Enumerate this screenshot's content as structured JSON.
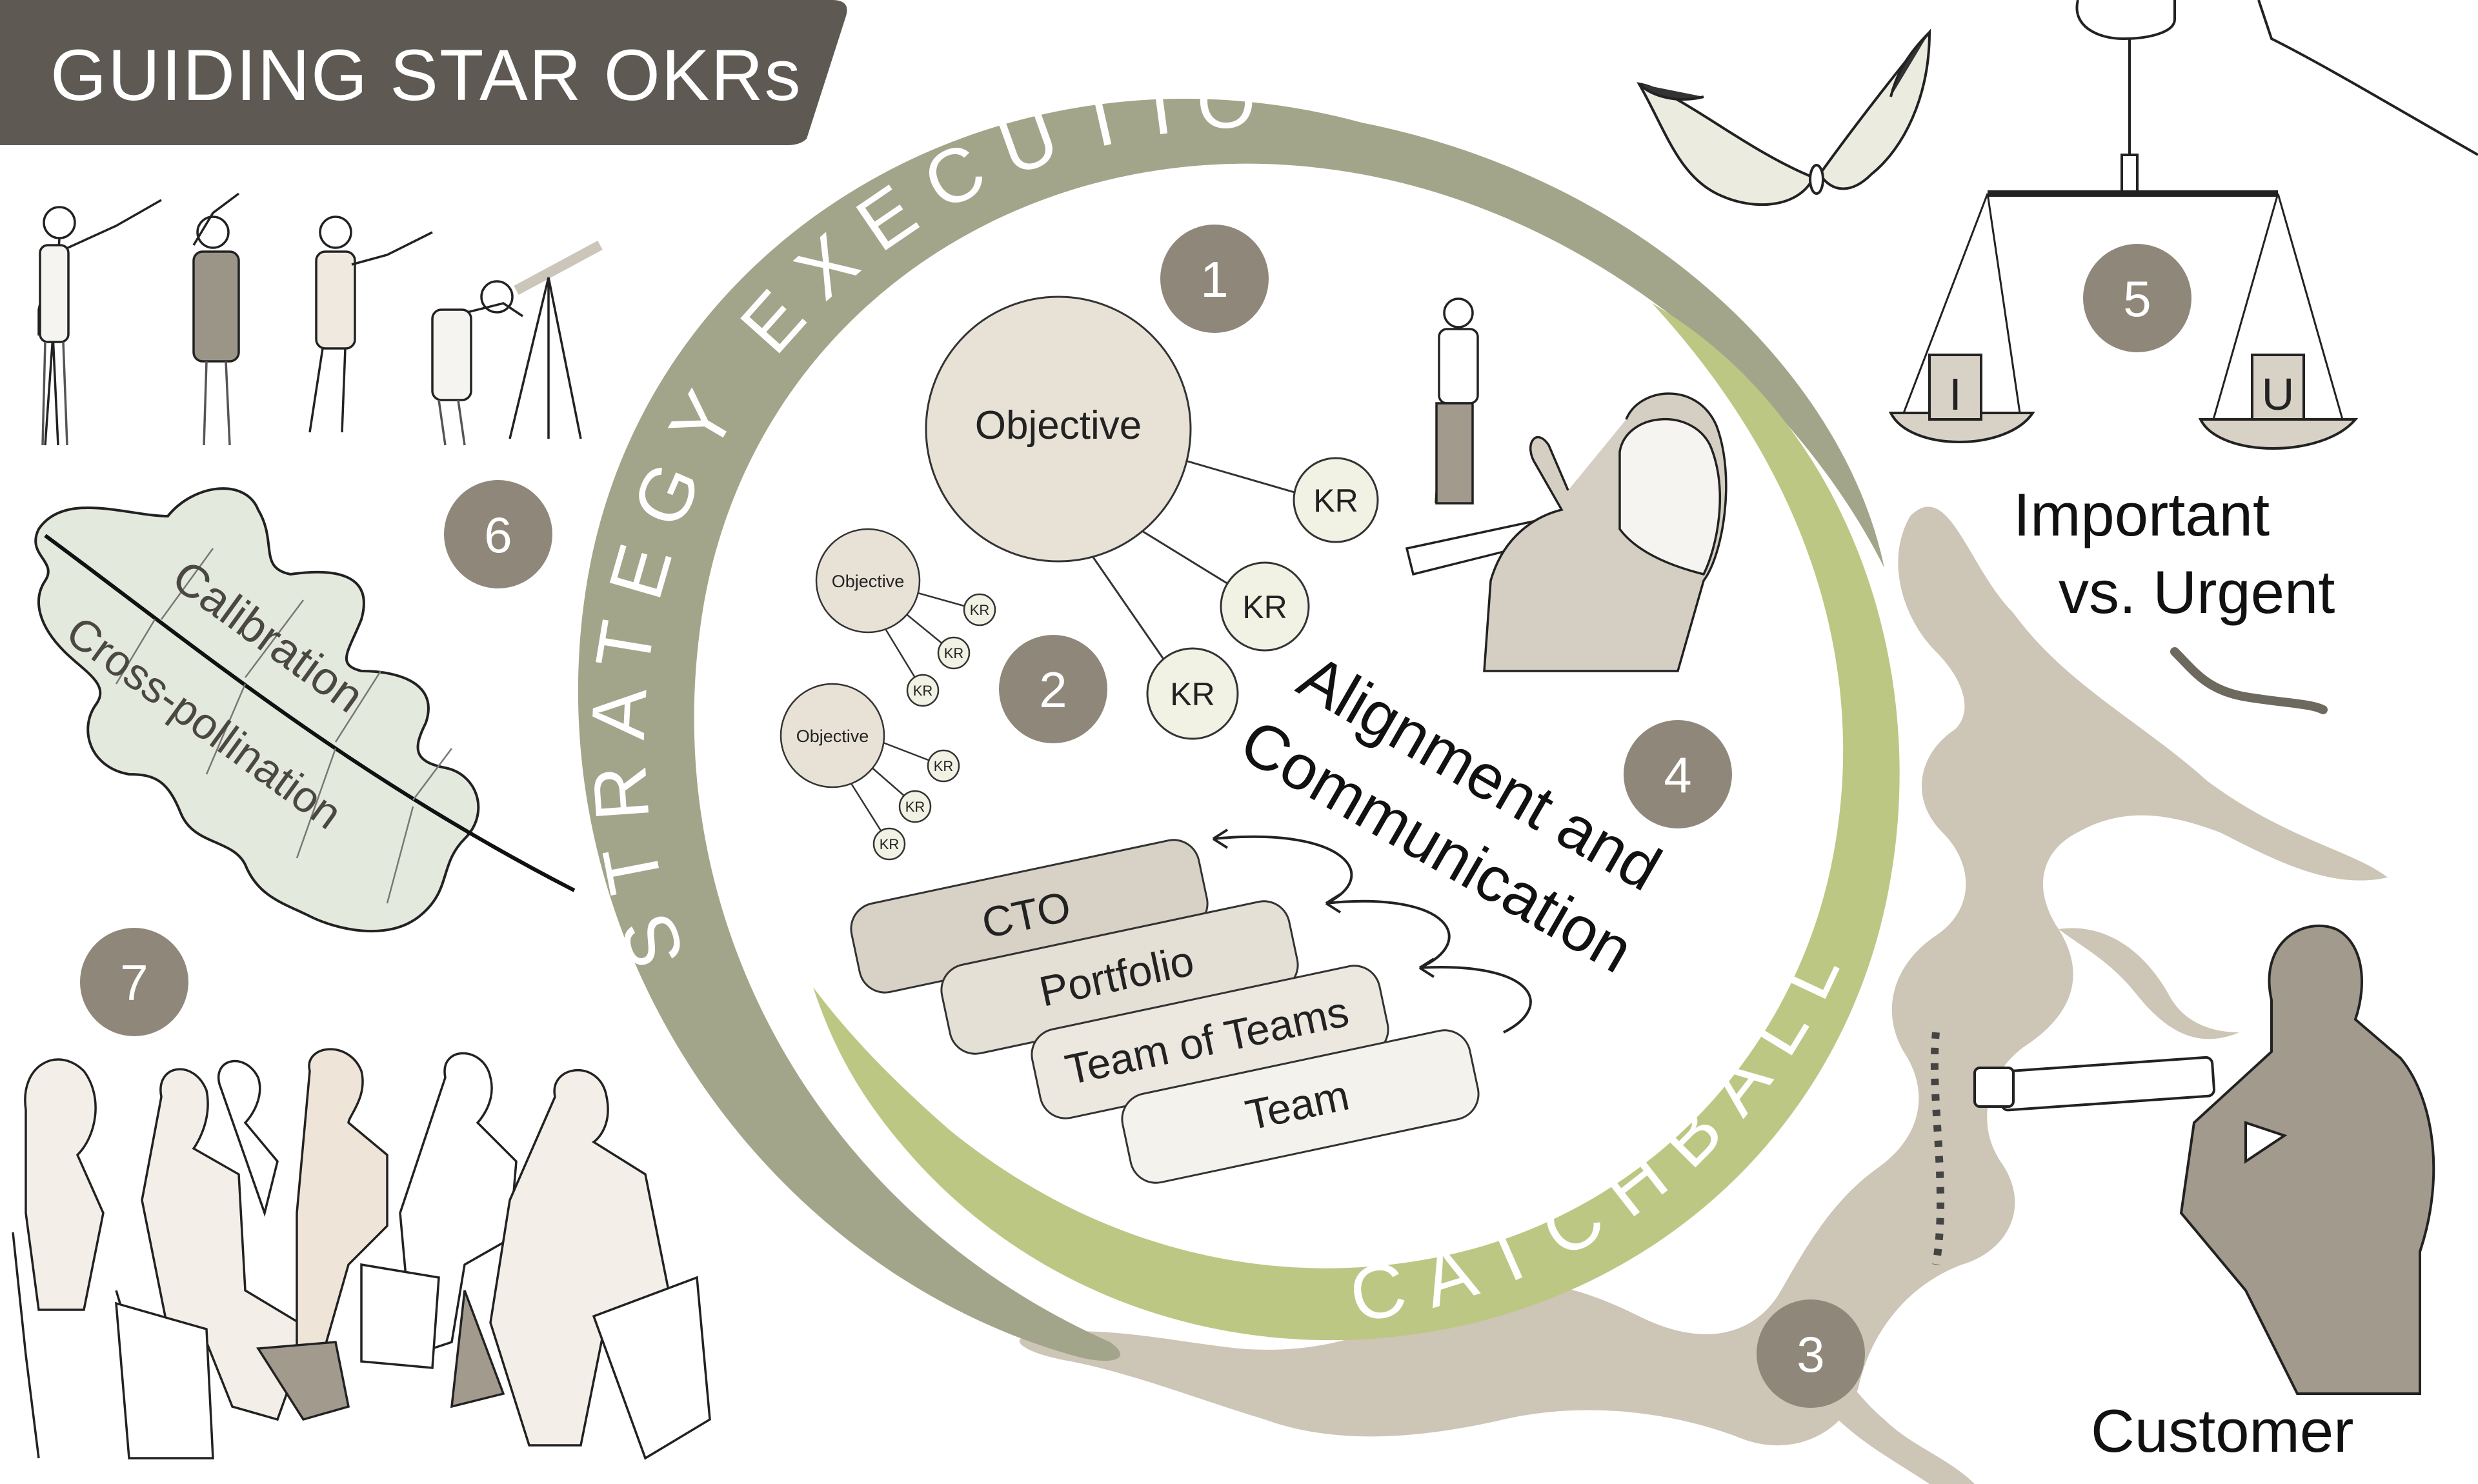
{
  "title": "GUIDING STAR OKRs",
  "ring": {
    "outer_label": "STRATEGY EXECUTION",
    "inner_label": "CATCHBALL"
  },
  "badges": [
    "1",
    "2",
    "3",
    "4",
    "5",
    "6",
    "7"
  ],
  "okr_tree_large": {
    "objective": "Objective",
    "key_results": [
      "KR",
      "KR",
      "KR"
    ]
  },
  "okr_tree_small": [
    {
      "objective": "Objective",
      "key_results": [
        "KR",
        "KR",
        "KR"
      ]
    },
    {
      "objective": "Objective",
      "key_results": [
        "KR",
        "KR",
        "KR"
      ]
    }
  ],
  "alignment": {
    "heading_line1": "Alignment and",
    "heading_line2": "Communication",
    "levels": [
      "CTO",
      "Portfolio",
      "Team of Teams",
      "Team"
    ]
  },
  "leaf": {
    "line1": "Calibration",
    "line2": "Cross-pollination"
  },
  "prioritization": {
    "weight_left": "I",
    "weight_right": "U",
    "caption_line1": "Important",
    "caption_line2": "vs. Urgent"
  },
  "customer_label": "Customer",
  "colors": {
    "banner": "#5e5a53",
    "ring_dark": "#a3a58a",
    "ring_light": "#bcc784",
    "badge": "#8f877a",
    "roots": "#cdc5b5",
    "objective_fill": "#e7e1d6",
    "leaf_fill": "#e4e9dd"
  }
}
